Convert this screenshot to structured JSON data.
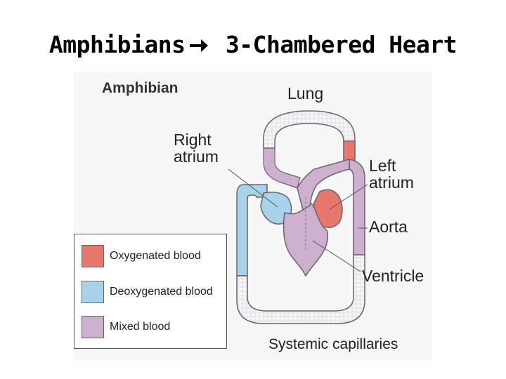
{
  "slide": {
    "title_part1": "Amphibians",
    "title_arrow": "arrow-right-icon",
    "title_part2": " 3-Chambered Heart"
  },
  "figure": {
    "title": "Amphibian",
    "labels": {
      "lung": "Lung",
      "right_atrium_line1": "Right",
      "right_atrium_line2": "atrium",
      "left_atrium_line1": "Left",
      "left_atrium_line2": "atrium",
      "aorta": "Aorta",
      "ventricle": "Ventricle",
      "systemic_capillaries": "Systemic capillaries"
    },
    "legend": [
      {
        "label": "Oxygenated blood",
        "color": "#e8776c"
      },
      {
        "label": "Deoxygenated blood",
        "color": "#a9d3ea"
      },
      {
        "label": "Mixed blood",
        "color": "#cdb0cf"
      }
    ],
    "colors": {
      "oxygenated": "#e8776c",
      "deoxygenated": "#a9d3ea",
      "mixed": "#cdb0cf",
      "outline": "#666666"
    }
  }
}
